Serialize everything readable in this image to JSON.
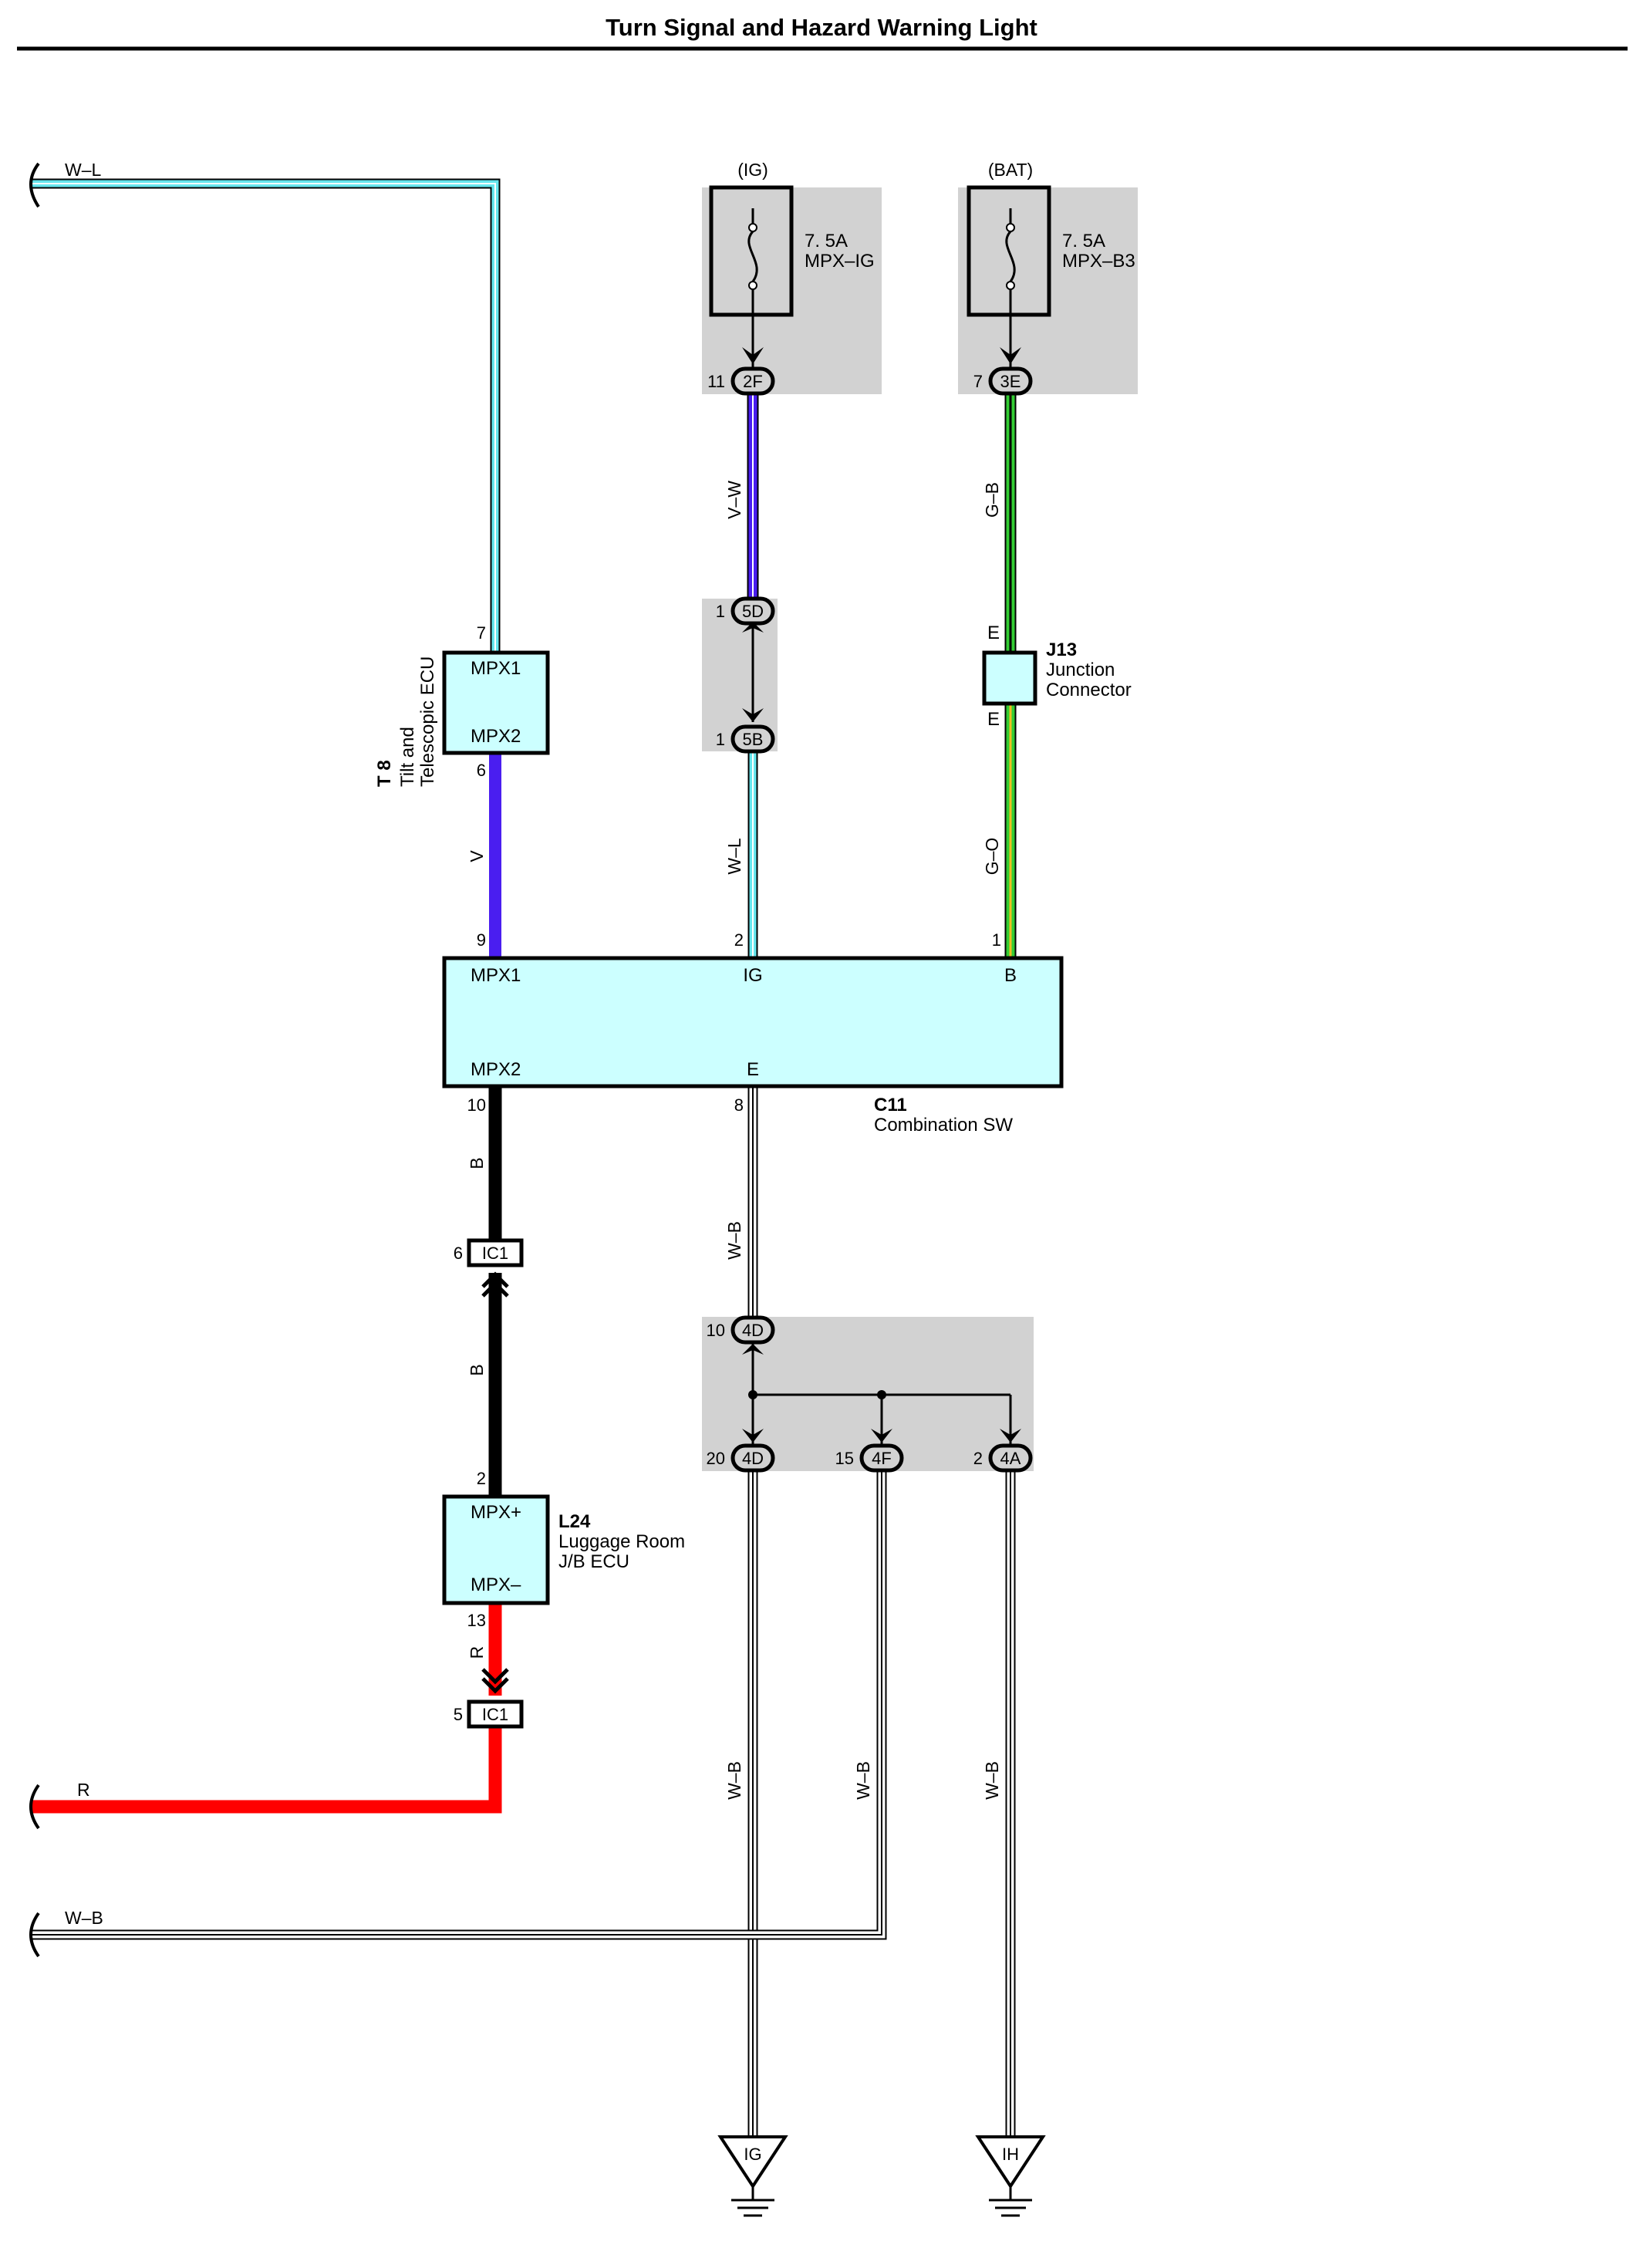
{
  "title": "Turn Signal and Hazard Warning Light",
  "colors": {
    "wire_w_l": "#66e6ee",
    "wire_v": "#4a1ef0",
    "wire_g_b": "#33cc33",
    "wire_g_o": "#f0c020",
    "wire_b": "#000000",
    "wire_r": "#ff0000",
    "wire_w_b": "#ffffff",
    "component_fill": "#ccffff",
    "junction_box_fill": "#d2d2d2"
  },
  "power_sources": [
    {
      "id": "ig_source",
      "label": "(IG)",
      "fuse_rating": "7. 5A",
      "fuse_name": "MPX–IG",
      "pin": "11",
      "connector": "2F"
    },
    {
      "id": "bat_source",
      "label": "(BAT)",
      "fuse_rating": "7. 5A",
      "fuse_name": "MPX–B3",
      "pin": "7",
      "connector": "3E"
    }
  ],
  "components": {
    "t8": {
      "code": "T 8",
      "name_line1": "Tilt and",
      "name_line2": "Telescopic ECU",
      "terminal_top": "MPX1",
      "terminal_bottom": "MPX2",
      "pin_top": "7",
      "pin_bottom": "6"
    },
    "c11": {
      "code": "C11",
      "name": "Combination SW",
      "terminal_mpx1": "MPX1",
      "terminal_ig": "IG",
      "terminal_b": "B",
      "terminal_mpx2": "MPX2",
      "terminal_e": "E",
      "pin_mpx1": "9",
      "pin_ig": "2",
      "pin_b": "1",
      "pin_mpx2": "10",
      "pin_e": "8"
    },
    "j13": {
      "code": "J13",
      "name_line1": "Junction",
      "name_line2": "Connector",
      "terminal_top": "E",
      "terminal_bottom": "E"
    },
    "l24": {
      "code": "L24",
      "name_line1": "Luggage Room",
      "name_line2": "J/B ECU",
      "terminal_top": "MPX+",
      "terminal_bottom": "MPX–",
      "pin_top": "2",
      "pin_bottom": "13"
    }
  },
  "connectors": {
    "c_5d": {
      "label": "5D",
      "pin": "1"
    },
    "c_5b": {
      "label": "5B",
      "pin": "1"
    },
    "c_ic1_top": {
      "label": "IC1",
      "pin": "6"
    },
    "c_ic1_bottom": {
      "label": "IC1",
      "pin": "5"
    },
    "c_4d_top": {
      "label": "4D",
      "pin": "10"
    },
    "c_4d_bottom": {
      "label": "4D",
      "pin": "20"
    },
    "c_4f": {
      "label": "4F",
      "pin": "15"
    },
    "c_4a": {
      "label": "4A",
      "pin": "2"
    }
  },
  "wire_labels": {
    "wl_top": "W–L",
    "v_w": "V–W",
    "g_b": "G–B",
    "v": "V",
    "w_l_mid": "W–L",
    "g_o": "G–O",
    "b_upper": "B",
    "w_b_upper": "W–B",
    "b_lower": "B",
    "r_vertical": "R",
    "r_left": "R",
    "w_b_left": "W–B",
    "w_b_4d": "W–B",
    "w_b_4f": "W–B",
    "w_b_4a": "W–B"
  },
  "grounds": [
    {
      "id": "ground_ig",
      "label": "IG"
    },
    {
      "id": "ground_ih",
      "label": "IH"
    }
  ]
}
